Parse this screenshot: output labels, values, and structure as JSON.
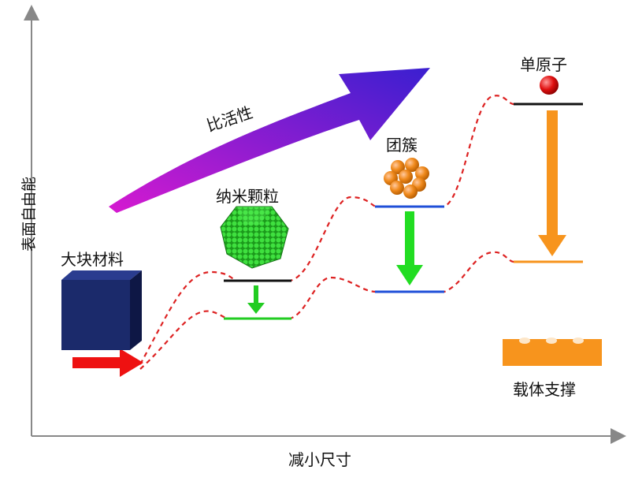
{
  "axes": {
    "y_label": "表面自由能",
    "x_label": "减小尺寸"
  },
  "trend_arrow": {
    "label": "比活性",
    "gradient_start": "#6a2bd6",
    "gradient_end": "#d61ad0"
  },
  "stages": [
    {
      "id": "bulk",
      "label": "大块材料",
      "color": "#1b2a6b"
    },
    {
      "id": "nanoparticle",
      "label": "纳米颗粒",
      "color": "#22cc22"
    },
    {
      "id": "cluster",
      "label": "团簇",
      "color": "#f08a1c"
    },
    {
      "id": "single_atom",
      "label": "单原子",
      "color": "#dd1111"
    }
  ],
  "support": {
    "label": "载体支撑",
    "color": "#f7941d"
  },
  "colors": {
    "curve": "#dd2222",
    "nanoparticle_level": "#22cc22",
    "cluster_level": "#1f4fd8",
    "single_atom_level": "#f7941d",
    "entry_arrow": "#ee1111",
    "axis": "#888888"
  }
}
